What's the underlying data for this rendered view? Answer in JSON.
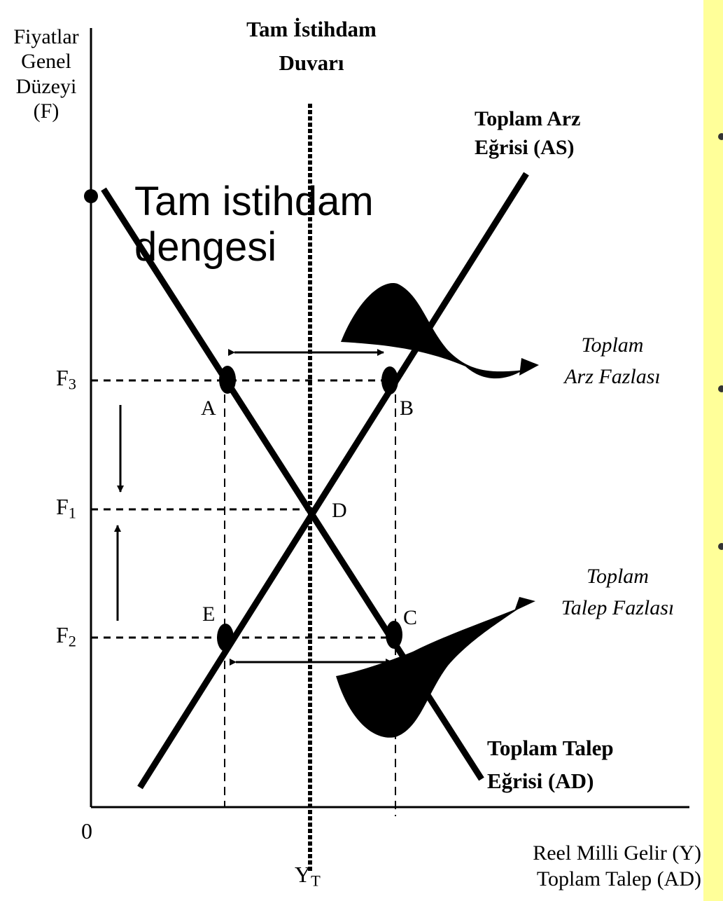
{
  "axes": {
    "y_label_lines": [
      "Fiyatlar",
      "Genel",
      "Düzeyi",
      "(F)"
    ],
    "origin": "0",
    "x_label_lines": [
      "Reel Milli Gelir (Y)",
      "Toplam Talep (AD)"
    ]
  },
  "full_employment": {
    "title_lines": [
      "Tam İstihdam",
      "Duvarı"
    ],
    "tick_label": "Y",
    "tick_sub": "T"
  },
  "curves": {
    "as_label_lines": [
      "Toplam Arz",
      "Eğrisi (AS)"
    ],
    "ad_label_lines": [
      "Toplam Talep",
      "Eğrisi (AD)"
    ]
  },
  "price_levels": [
    {
      "label": "F",
      "sub": "3"
    },
    {
      "label": "F",
      "sub": "1"
    },
    {
      "label": "F",
      "sub": "2"
    }
  ],
  "points": [
    "A",
    "B",
    "C",
    "D",
    "E"
  ],
  "excess": {
    "supply_lines": [
      "Toplam",
      "Arz Fazlası"
    ],
    "demand_lines": [
      "Toplam",
      "Talep Fazlası"
    ]
  },
  "overlay_lines": [
    "Tam istihdam",
    "dengesi"
  ],
  "colors": {
    "accent_strip": "#ffff99",
    "line": "#000000"
  }
}
